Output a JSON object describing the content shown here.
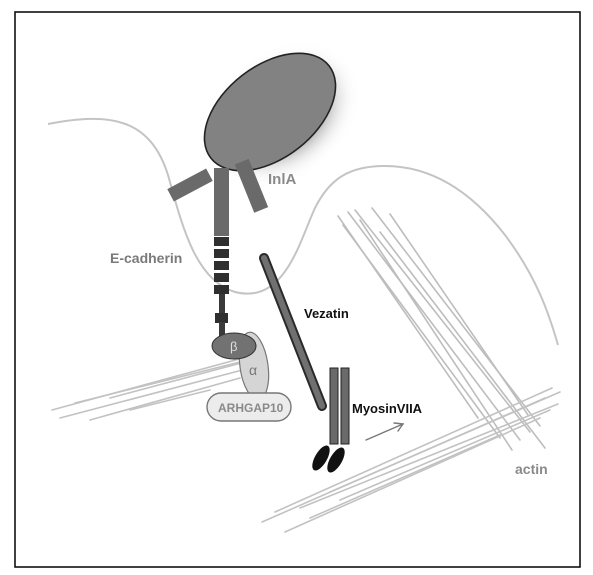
{
  "labels": {
    "inla": "InlA",
    "ecadherin": "E-cadherin",
    "vezatin": "Vezatin",
    "beta": "β",
    "alpha": "α",
    "arhgap10": "ARHGAP10",
    "myosin": "MyosinVIIA",
    "actin": "actin"
  }
}
